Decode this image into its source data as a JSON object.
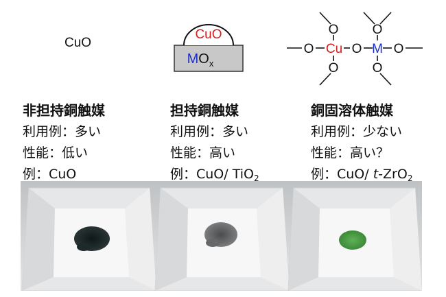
{
  "diagrams": {
    "unsupported": "CuO",
    "supported": {
      "top": "CuO",
      "support_main": "MO",
      "support_sub": "x"
    },
    "solid_solution": {
      "o": "O",
      "cu": "Cu",
      "m": "M"
    }
  },
  "columns": [
    {
      "heading": "非担持銅触媒",
      "usage": "利用例：多い",
      "performance": "性能：低い",
      "example": "例：CuO",
      "example_sub": ""
    },
    {
      "heading": "担持銅触媒",
      "usage": "利用例：多い",
      "performance": "性能：高い",
      "example": "例：CuO/ TiO",
      "example_sub": "2"
    },
    {
      "heading": "銅固溶体触媒",
      "usage": "利用例：少ない",
      "performance": "性能：高い？",
      "example_prefix": "例：CuO/ ",
      "example_italic": "t",
      "example_rest": "-ZrO",
      "example_sub": "2"
    }
  ],
  "colors": {
    "cu_red": "#d42020",
    "m_blue": "#1a2fd0",
    "support_gray": "#c8c8c8",
    "powder_black": "#1e2a2a",
    "powder_gray": "#5c5e60",
    "powder_green": "#4a9a44"
  }
}
